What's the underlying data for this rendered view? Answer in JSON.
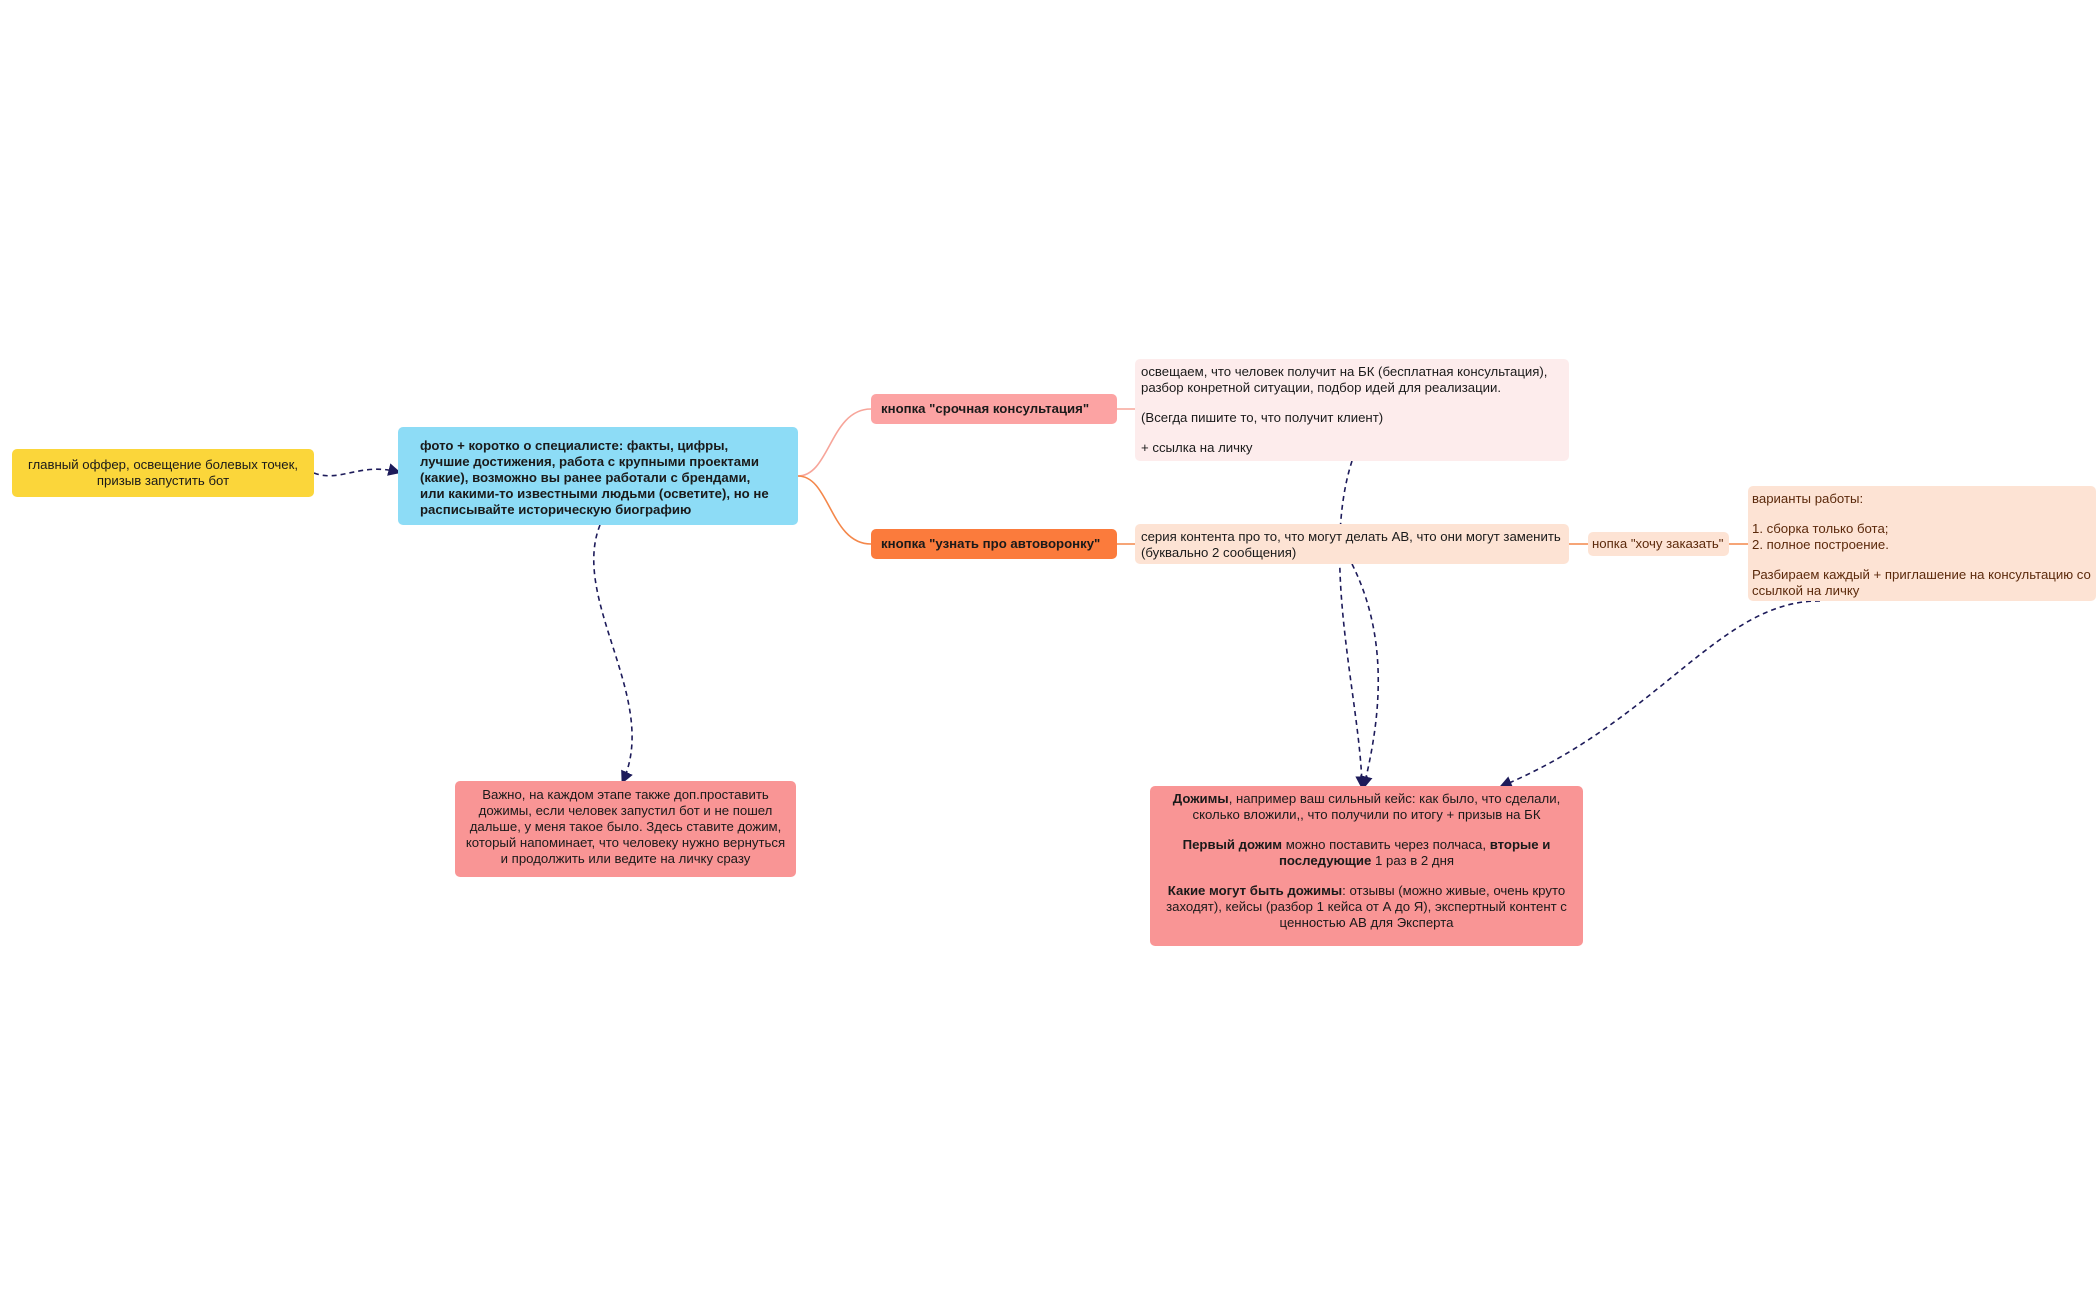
{
  "colors": {
    "offer": "#fbd63a",
    "intro": "#8ddcf6",
    "urgent": "#fca3a3",
    "funnel": "#fb7b3c",
    "consult": "#fdecec",
    "peach": "#fde3d4",
    "important": "#f99595",
    "connector_light": "#f7a59a",
    "connector_orange": "#f4874a",
    "dashed": "#1d1b5a"
  },
  "nodes": {
    "offer": {
      "text": "главный оффер, освещение болевых точек, призыв запустить бот"
    },
    "intro": {
      "text": "фото + коротко о специалисте: факты, цифры, лучшие достижения, работа с крупными проектами (какие), возможно вы ранее работали с брендами, или какими-то известными людьми (осветите), но не расписывайте историческую биографию"
    },
    "urgent": {
      "text": "кнопка \"срочная консультация\""
    },
    "funnel": {
      "text": "кнопка \"узнать про автоворонку\""
    },
    "consult": {
      "line1": "освещаем, что человек получит на БК (бесплатная консультация), разбор конретной ситуации, подбор идей для реализации.",
      "line2": "(Всегда пишите то, что получит клиент)",
      "line3": "+ ссылка на личку"
    },
    "series": {
      "text": "серия контента про то, что могут делать АВ, что они могут заменить (буквально 2 сообщения)"
    },
    "order": {
      "text": "нопка \"хочу заказать\""
    },
    "variants": {
      "title": "варианты работы:",
      "item1": "1. сборка только бота;",
      "item2": "2. полное построение.",
      "note": "Разбираем каждый + приглашение на консультацию со ссылкой на личку"
    },
    "important": {
      "text": "Важно, на каждом этапе также доп.проставить дожимы, если человек запустил бот и не пошел дальше, у меня такое было. Здесь ставите дожим, который напоминает, что человеку нужно вернуться и продолжить или ведите на личку сразу"
    },
    "nudges": {
      "p1_bold": "Дожимы",
      "p1_rest": ", например ваш сильный кейс: как было, что сделали, сколько вложили,, что получили по итогу + призыв на БК",
      "p2_bold1": "Первый дожим",
      "p2_mid": " можно поставить через полчаса, ",
      "p2_bold2": "вторые и последующие",
      "p2_rest": " 1 раз в 2 дня",
      "p3_bold": "Какие могут быть дожимы",
      "p3_rest": ": отзывы (можно живые, очень круто заходят), кейсы (разбор 1 кейса от А до Я), экспертный контент с ценностью АВ для Эксперта"
    }
  }
}
